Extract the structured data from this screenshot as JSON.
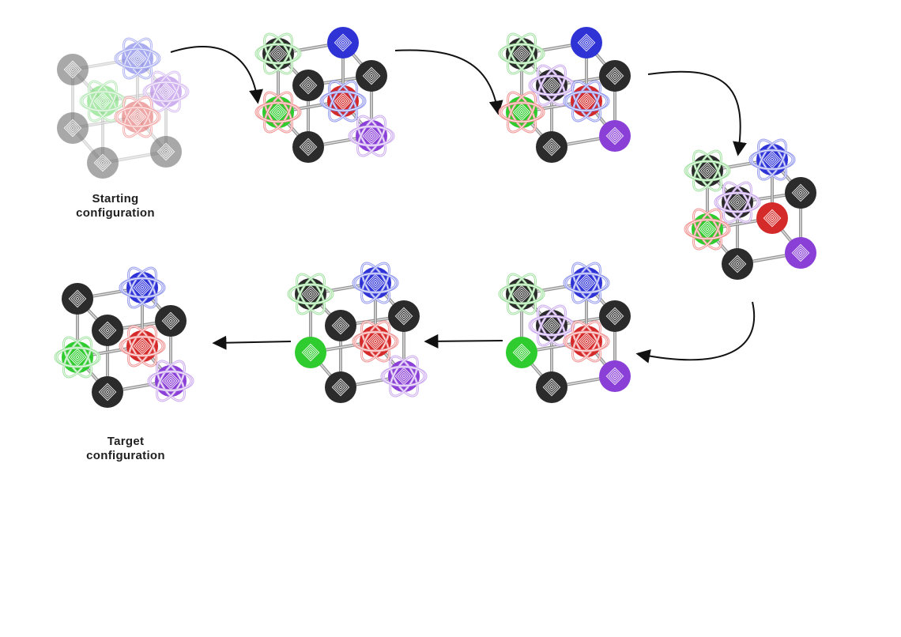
{
  "captions": {
    "start": {
      "line1": "Starting",
      "line2": "configuration"
    },
    "target": {
      "line1": "Target",
      "line2": "configuration"
    }
  },
  "colors": {
    "black": "#2b2b2b",
    "blue": "#2f33d6",
    "red": "#d42a2a",
    "green": "#2ecc2e",
    "purple": "#8a3fd6",
    "green_ring": "#9fe09f",
    "blue_ring": "#8f96ee",
    "red_ring": "#f08f8f",
    "purple_ring": "#c9a8ee",
    "rod": "#8a8a8a"
  },
  "panels": [
    {
      "id": "step-1-start",
      "faded": true,
      "corners": [
        {
          "kind": "black",
          "ring": false
        },
        {
          "kind": "blue",
          "ring": true
        },
        {
          "kind": "green",
          "ring": true
        },
        {
          "kind": "purple",
          "ring": true
        },
        {
          "kind": "black",
          "ring": false
        },
        {
          "kind": "black",
          "ring": false
        },
        {
          "kind": "black",
          "ring": false
        },
        {
          "kind": "red",
          "ring": true
        }
      ]
    },
    {
      "id": "step-2",
      "faded": false,
      "corners": [
        {
          "kind": "black",
          "ring": true,
          "ringKind": "green"
        },
        {
          "kind": "blue",
          "ring": false
        },
        {
          "kind": "black",
          "ring": false
        },
        {
          "kind": "black",
          "ring": false
        },
        {
          "kind": "green",
          "ring": true,
          "ringKind": "red"
        },
        {
          "kind": "black",
          "ring": false
        },
        {
          "kind": "purple",
          "ring": true
        },
        {
          "kind": "red",
          "ring": true,
          "ringKind": "blue"
        }
      ]
    },
    {
      "id": "step-3",
      "faded": false,
      "corners": [
        {
          "kind": "black",
          "ring": true,
          "ringKind": "green"
        },
        {
          "kind": "blue",
          "ring": false
        },
        {
          "kind": "black",
          "ring": true,
          "ringKind": "purple"
        },
        {
          "kind": "black",
          "ring": false
        },
        {
          "kind": "green",
          "ring": true,
          "ringKind": "red"
        },
        {
          "kind": "black",
          "ring": false
        },
        {
          "kind": "purple",
          "ring": false
        },
        {
          "kind": "red",
          "ring": true,
          "ringKind": "blue"
        }
      ]
    },
    {
      "id": "step-4",
      "faded": false,
      "corners": [
        {
          "kind": "black",
          "ring": true,
          "ringKind": "green"
        },
        {
          "kind": "blue",
          "ring": true
        },
        {
          "kind": "black",
          "ring": true,
          "ringKind": "purple"
        },
        {
          "kind": "black",
          "ring": false
        },
        {
          "kind": "green",
          "ring": true,
          "ringKind": "red"
        },
        {
          "kind": "black",
          "ring": false
        },
        {
          "kind": "purple",
          "ring": false
        },
        {
          "kind": "red",
          "ring": false
        }
      ]
    },
    {
      "id": "step-5",
      "faded": false,
      "corners": [
        {
          "kind": "black",
          "ring": true,
          "ringKind": "green"
        },
        {
          "kind": "blue",
          "ring": true
        },
        {
          "kind": "black",
          "ring": true,
          "ringKind": "purple"
        },
        {
          "kind": "black",
          "ring": false
        },
        {
          "kind": "green",
          "ring": false
        },
        {
          "kind": "black",
          "ring": false
        },
        {
          "kind": "purple",
          "ring": false
        },
        {
          "kind": "red",
          "ring": true
        }
      ]
    },
    {
      "id": "step-6",
      "faded": false,
      "corners": [
        {
          "kind": "black",
          "ring": true,
          "ringKind": "green"
        },
        {
          "kind": "blue",
          "ring": true
        },
        {
          "kind": "black",
          "ring": false
        },
        {
          "kind": "black",
          "ring": false
        },
        {
          "kind": "green",
          "ring": false
        },
        {
          "kind": "black",
          "ring": false
        },
        {
          "kind": "purple",
          "ring": true
        },
        {
          "kind": "red",
          "ring": true
        }
      ]
    },
    {
      "id": "step-7-target",
      "faded": false,
      "corners": [
        {
          "kind": "black",
          "ring": false
        },
        {
          "kind": "blue",
          "ring": true
        },
        {
          "kind": "black",
          "ring": false
        },
        {
          "kind": "black",
          "ring": false
        },
        {
          "kind": "green",
          "ring": true
        },
        {
          "kind": "black",
          "ring": false
        },
        {
          "kind": "purple",
          "ring": true
        },
        {
          "kind": "red",
          "ring": true
        }
      ]
    }
  ]
}
